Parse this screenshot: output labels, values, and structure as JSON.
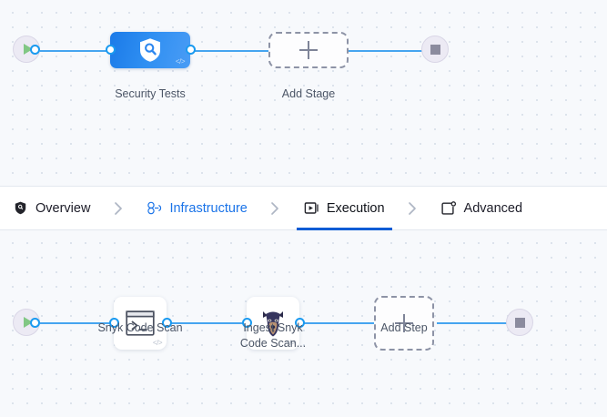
{
  "theme": {
    "canvas_bg": "#f7f9fc",
    "grid_dot": "#d7dfe9",
    "wire": "#46a5f0",
    "port_ring": "#1a9af0",
    "accent_blue": "#1a73e8",
    "tab_underline": "#0b5cd5",
    "stage_gradient_from": "#1b7ae8",
    "stage_gradient_to": "#4a9cf5",
    "terminal_bg": "#eceaf4",
    "play_green": "#81c784",
    "stop_grey": "#8b8b9e",
    "dashed_border": "#8d93a6",
    "label_text": "#4b5566"
  },
  "tabs": {
    "items": [
      {
        "id": "overview",
        "label": "Overview",
        "icon": "shield-icon",
        "state": "normal"
      },
      {
        "id": "infrastructure",
        "label": "Infrastructure",
        "icon": "cluster-nodes-icon",
        "state": "link"
      },
      {
        "id": "execution",
        "label": "Execution",
        "icon": "play-box-icon",
        "state": "active"
      },
      {
        "id": "advanced",
        "label": "Advanced",
        "icon": "card-gear-icon",
        "state": "normal"
      }
    ],
    "separator_icon": "chevron-right-icon"
  },
  "stage_pipeline": {
    "start_node": {
      "icon": "play-triangle-icon",
      "name": "pipeline-start"
    },
    "end_node": {
      "icon": "stop-square-icon",
      "name": "pipeline-end"
    },
    "nodes": [
      {
        "id": "security-tests",
        "label": "Security Tests",
        "icon": "shield-magnifier-icon",
        "type": "stage",
        "badge": "</>"
      },
      {
        "id": "add-stage",
        "label": "Add Stage",
        "icon": "plus-icon",
        "type": "add-dashed"
      }
    ]
  },
  "step_pipeline": {
    "start_node": {
      "icon": "play-triangle-icon",
      "name": "pipeline-start"
    },
    "end_node": {
      "icon": "stop-square-icon",
      "name": "pipeline-end"
    },
    "nodes": [
      {
        "id": "snyk-code-scan",
        "label": "Snyk Code Scan",
        "icon": "terminal-icon",
        "type": "step",
        "badge": "</>"
      },
      {
        "id": "ingest-snyk-code-scan",
        "label": "Ingest Snyk\nCode Scan...",
        "label_line1": "Ingest Snyk",
        "label_line2": "Code Scan...",
        "icon": "snyk-dog-icon",
        "type": "step",
        "badge": "</>"
      },
      {
        "id": "add-step",
        "label": "Add Step",
        "icon": "plus-icon",
        "type": "add-dashed"
      }
    ]
  }
}
